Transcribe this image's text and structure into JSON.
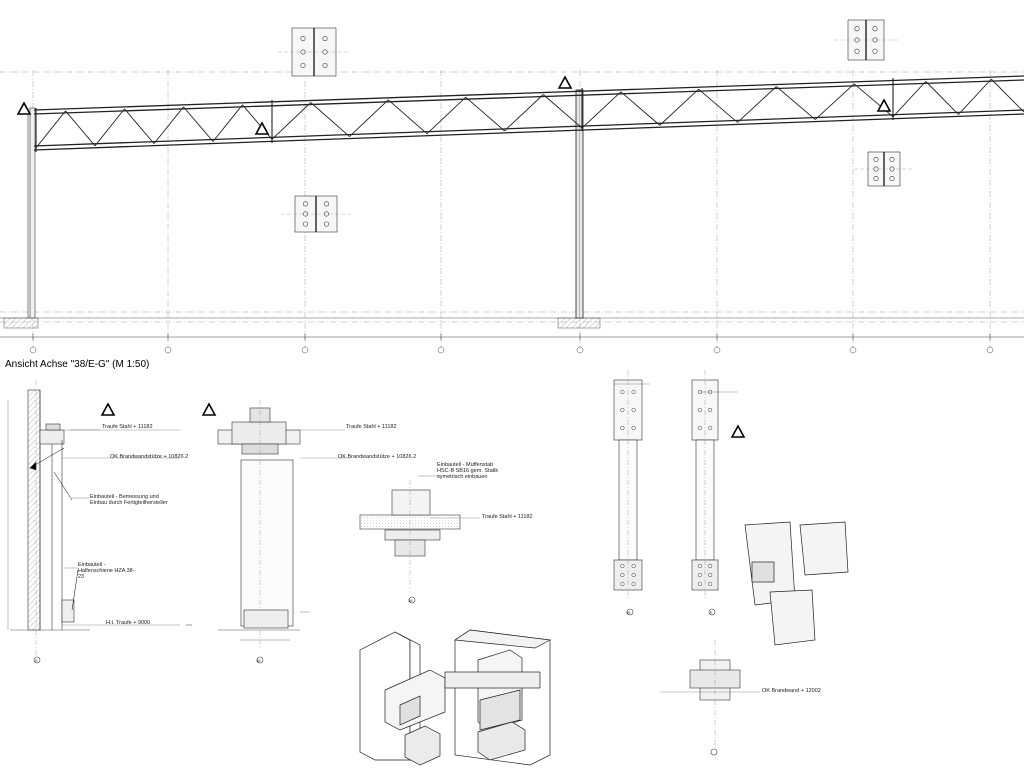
{
  "drawing": {
    "view_title": "Ansicht Achse \"38/E-G\" (M 1:50)",
    "sections": {
      "a": {
        "traufe": "Traufe Stahl + 11182",
        "ok": "OK Brandwandstütze + 10826.2",
        "einbauteil_1": "Einbauteil - Bemessung und Einbau durch Fertigteilhersteller",
        "einbauteil_2": "Einbauteil - Halfenschiene HZA 38-23",
        "traufe_bottom": "H.t. Traufe + 9000",
        "axis": "E"
      },
      "b": {
        "traufe": "Traufe Stahl + 11182",
        "ok": "OK Brandwandstütze + 10826.2",
        "axis": "38"
      },
      "c": {
        "einbauteil": "Einbauteil - Muffenstab HSC-B SB16 gem. Statik symetrisch einbauen",
        "traufe": "Traufe Stahl + 11182",
        "axis": "38"
      },
      "d": {
        "axis_left": "38",
        "axis_right": "E"
      },
      "e": {
        "ok": "OK Brandwand + 12002"
      }
    },
    "colors": {
      "line": "#222222",
      "fine": "#555555",
      "hatch": "#777777",
      "ground": "#b9b9b9"
    }
  }
}
